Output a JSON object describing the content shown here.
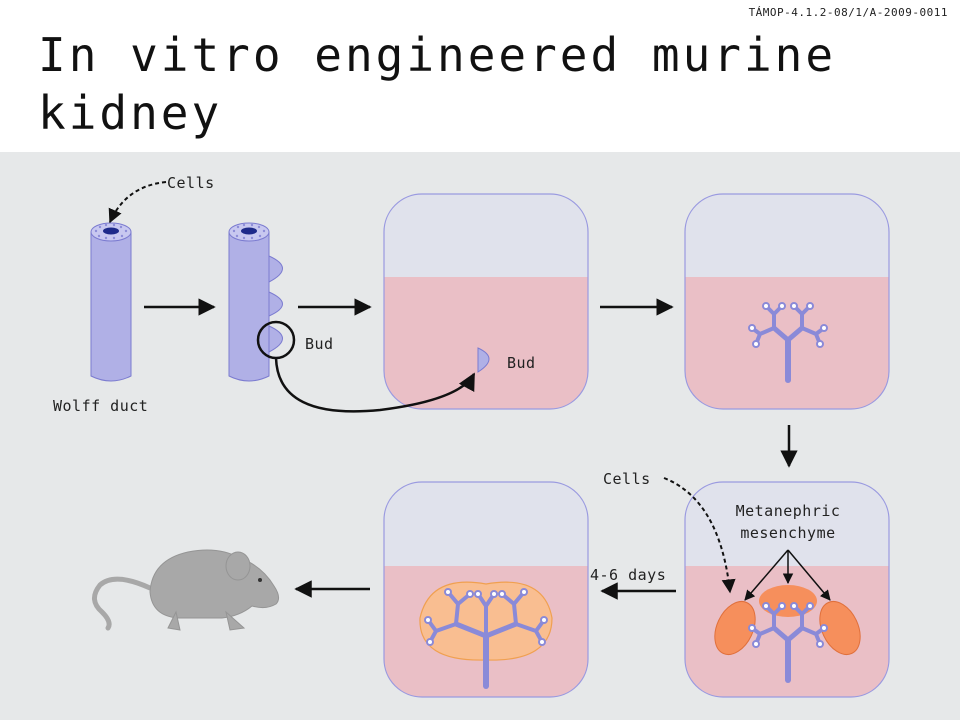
{
  "slide": {
    "code": "TÁMOP-4.1.2-08/1/A-2009-0011",
    "title": "In vitro engineered murine kidney"
  },
  "labels": {
    "cells_top": "Cells",
    "wolff_duct": "Wolff duct",
    "bud_circle": "Bud",
    "bud_dish": "Bud",
    "cells_mid": "Cells",
    "metanephric_line1": "Metanephric",
    "metanephric_line2": "mesenchyme",
    "days": "4-6 days"
  },
  "colors": {
    "duct": "#b0b0e6",
    "duct_lumen": "#1e2a8a",
    "medium": "#eabfc6",
    "dish_top": "#e0e2ec",
    "mesenchyme": "#f68f5c",
    "kidney": "#f9be91",
    "panel": "#e6e8e9",
    "mouse": "#a8a8a8"
  },
  "icons": {
    "mouse": "mouse-icon",
    "arrow": "arrow-icon",
    "tree": "ureteric-tree-icon"
  }
}
